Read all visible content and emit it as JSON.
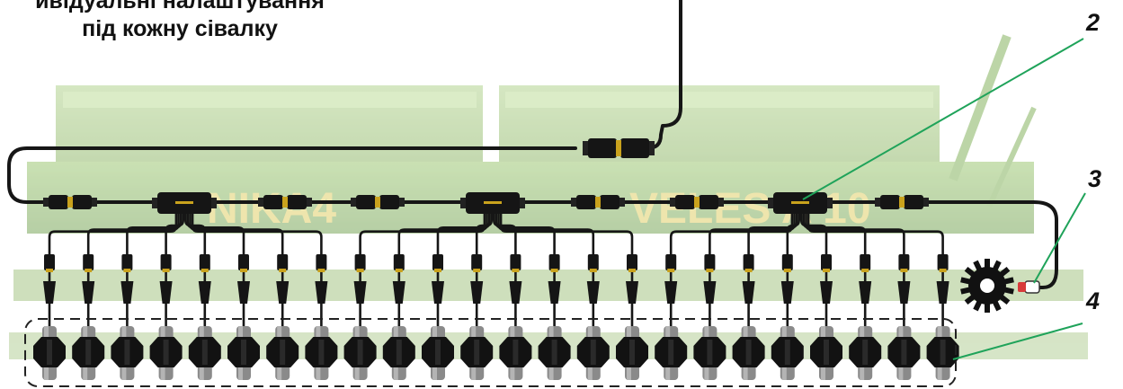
{
  "heading": {
    "line1": "ивідуальні налаштування",
    "line2": "під кожну сівалку"
  },
  "callouts": [
    {
      "id": "2",
      "label": "2"
    },
    {
      "id": "3",
      "label": "3"
    },
    {
      "id": "4",
      "label": "4"
    }
  ],
  "background": {
    "brand_left": "NIKA4",
    "brand_right": "VELES A 10"
  },
  "colors": {
    "leader_line": "#1fa35a",
    "cable": "#161616",
    "machine_green": "#5f9a2c",
    "machine_dark": "#3b6e1c",
    "brand_text": "#d8c23a",
    "dashed_frame": "#222222"
  },
  "system": {
    "hubs": 3,
    "sensors_per_hub": 8,
    "sensor_total": 24,
    "connector_pairs_on_main_line": 6
  },
  "icons": {
    "rotation_sensor": "gear-icon",
    "seed_sensor": "seed-tube-sensor-icon",
    "hub": "junction-box-icon",
    "connector": "plug-connector-icon"
  }
}
